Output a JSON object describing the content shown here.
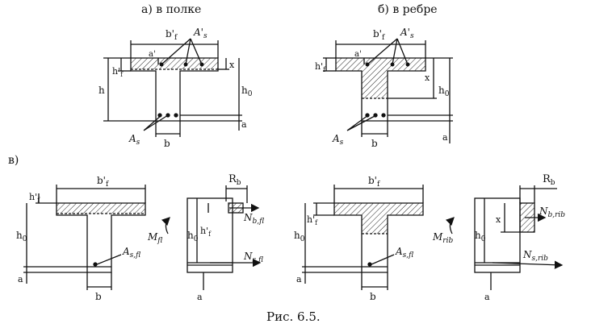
{
  "header": {
    "a": "а) в полке",
    "b": "б) в ребре",
    "v": "в)"
  },
  "labels": {
    "bf": "b'",
    "bf_sub": "f",
    "hf": "h'",
    "hf_sub": "f",
    "As_prime": "A'",
    "As_prime_sub": "s",
    "a_prime": "a'",
    "x": "x",
    "h": "h",
    "h0": "h",
    "h0_sub": "0",
    "a": "a",
    "b": "b",
    "As": "A",
    "As_sub": "s",
    "Rb": "R",
    "Rb_sub": "b",
    "Nbfl": "N",
    "Nbfl_sub": "b,fl",
    "Nsfl": "N",
    "Nsfl_sub": "s,fl",
    "Mfl": "M",
    "Mfl_sub": "fl",
    "Asfl": "A",
    "Asfl_sub": "s,fl",
    "Mrib": "M",
    "Mrib_sub": "rib",
    "Nbrib": "N",
    "Nbrib_sub": "b,rib",
    "Nsrib": "N",
    "Nsrib_sub": "s,rib"
  },
  "caption": "Рис. 6.5."
}
